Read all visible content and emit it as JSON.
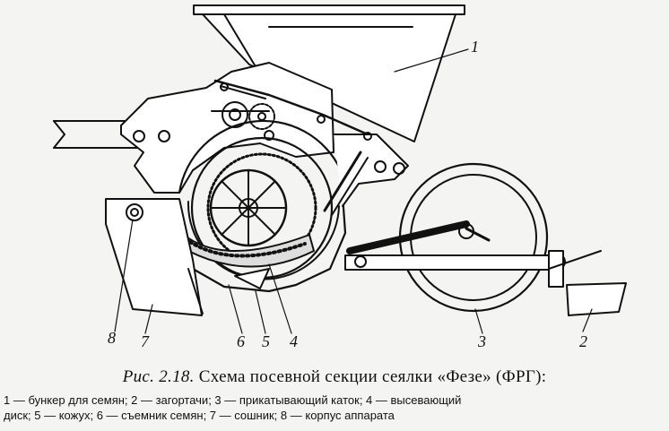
{
  "figure": {
    "callouts": [
      {
        "id": "1",
        "text": "1"
      },
      {
        "id": "2",
        "text": "2"
      },
      {
        "id": "3",
        "text": "3"
      },
      {
        "id": "4",
        "text": "4"
      },
      {
        "id": "5",
        "text": "5"
      },
      {
        "id": "6",
        "text": "6"
      },
      {
        "id": "7",
        "text": "7"
      },
      {
        "id": "8",
        "text": "8"
      }
    ]
  },
  "caption": {
    "label": "Рис. 2.18.",
    "title": "Схема посевной секции сеялки «Фезе» (ФРГ):"
  },
  "legend": {
    "line1": "1 — бункер для семян; 2 — загортачи; 3 — прикатывающий каток; 4 — высевающий",
    "line2": "диск; 5 — кожух; 6 — съемник семян; 7 — сошник; 8 — корпус аппарата"
  },
  "colors": {
    "ink": "#111111",
    "paper": "#f4f4f2"
  }
}
